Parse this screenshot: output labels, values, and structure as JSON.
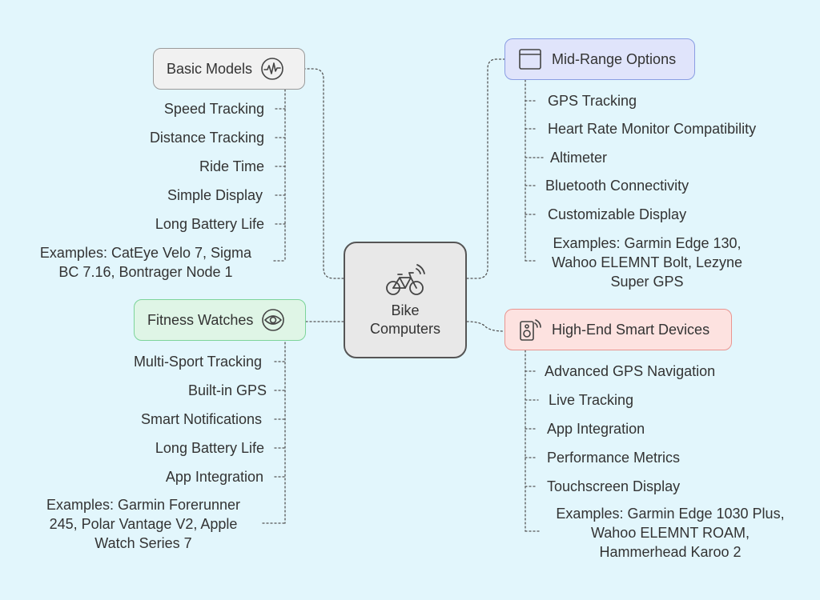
{
  "center": {
    "title": "Bike\nComputers",
    "icon": "bicycle-icon"
  },
  "colors": {
    "background": "#e2f6fc",
    "basic_fill": "#f1f1f1",
    "basic_border": "#9a9a9a",
    "fitness_fill": "#dff5e6",
    "fitness_border": "#7dd49a",
    "mid_fill": "#e0e4fb",
    "mid_border": "#8a9de3",
    "high_fill": "#fde2e0",
    "high_border": "#e99590",
    "connector": "#555555"
  },
  "branches": {
    "basic": {
      "title": "Basic Models",
      "icon": "waveform-icon",
      "items": [
        "Speed Tracking",
        "Distance Tracking",
        "Ride Time",
        "Simple Display",
        "Long Battery Life",
        "Examples: CatEye Velo 7, Sigma\nBC 7.16, Bontrager Node 1"
      ]
    },
    "fitness": {
      "title": "Fitness Watches",
      "icon": "eye-icon",
      "items": [
        "Multi-Sport Tracking",
        "Built-in GPS",
        "Smart Notifications",
        "Long Battery Life",
        "App Integration",
        "Examples: Garmin Forerunner\n245, Polar Vantage V2, Apple\nWatch Series 7"
      ]
    },
    "mid": {
      "title": "Mid-Range Options",
      "icon": "window-icon",
      "items": [
        "GPS Tracking",
        "Heart Rate Monitor Compatibility",
        "Altimeter",
        "Bluetooth Connectivity",
        "Customizable Display",
        "Examples: Garmin Edge 130,\nWahoo ELEMNT Bolt, Lezyne\nSuper GPS"
      ]
    },
    "high": {
      "title": "High-End Smart Devices",
      "icon": "smart-speaker-icon",
      "items": [
        "Advanced GPS Navigation",
        "Live Tracking",
        "App Integration",
        "Performance Metrics",
        "Touchscreen Display",
        "Examples: Garmin Edge 1030 Plus,\nWahoo ELEMNT ROAM,\nHammerhead Karoo 2"
      ]
    }
  }
}
